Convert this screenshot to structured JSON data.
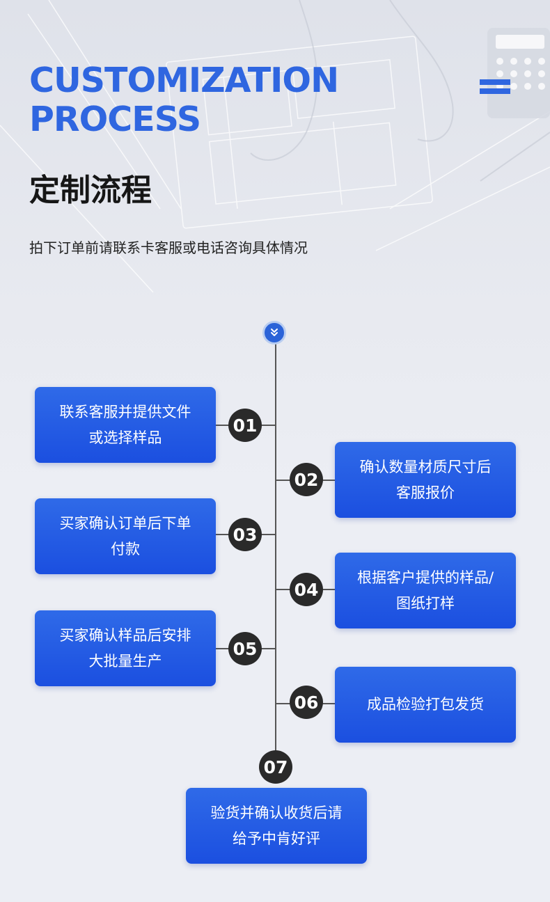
{
  "header": {
    "title_en_line1": "CUSTOMIZATION",
    "title_en_line2": "PROCESS",
    "title_cn": "定制流程",
    "subtitle": "拍下订单前请联系卡客服或电话咨询具体情况"
  },
  "colors": {
    "accent": "#2f66e0",
    "card_bg": "#1f56e4",
    "step_num_bg": "#2a2a2a",
    "page_bg": "#eceef4"
  },
  "steps": [
    {
      "num": "01",
      "text": "联系客服并提供文件或选择样品"
    },
    {
      "num": "02",
      "text": "确认数量材质尺寸后客服报价"
    },
    {
      "num": "03",
      "text": "买家确认订单后下单付款"
    },
    {
      "num": "04",
      "text": "根据客户提供的样品/图纸打样"
    },
    {
      "num": "05",
      "text": "买家确认样品后安排大批量生产"
    },
    {
      "num": "06",
      "text": "成品检验打包发货"
    },
    {
      "num": "07",
      "text": "验货并确认收货后请给予中肯好评"
    }
  ],
  "icons": {
    "top_dot": "double-chevron-down-icon"
  }
}
